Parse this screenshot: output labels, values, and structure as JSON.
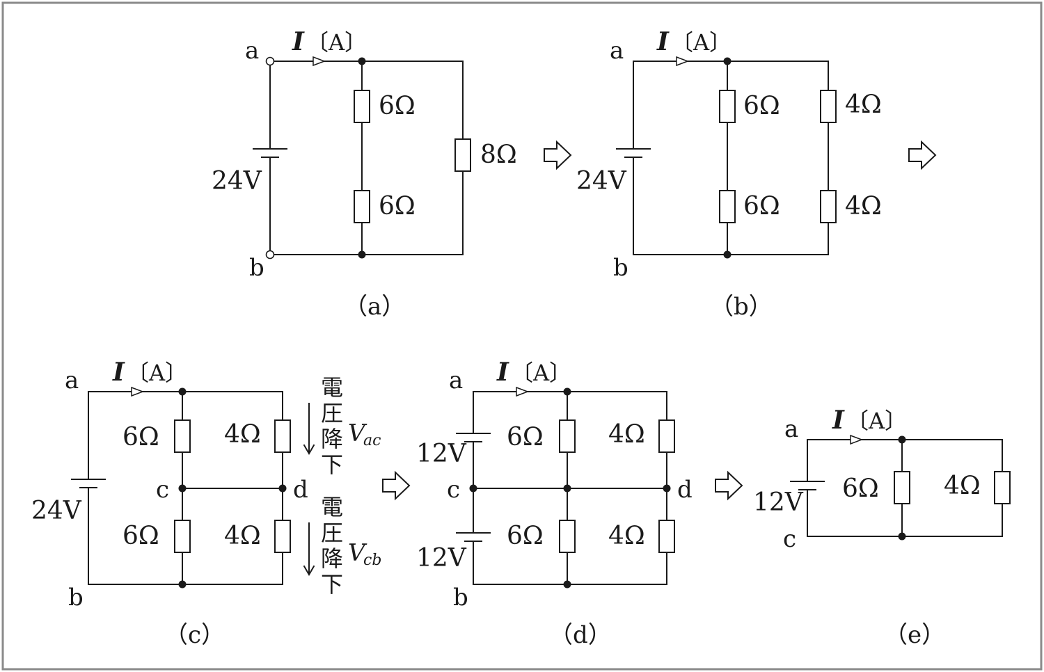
{
  "current_label": "I",
  "current_unit": "〔A〕",
  "panels": {
    "a": {
      "caption": "（a）",
      "node_top": "a",
      "node_bottom": "b",
      "source": "24V",
      "r_upper": "6Ω",
      "r_lower": "6Ω",
      "r_right": "8Ω"
    },
    "b": {
      "caption": "（b）",
      "node_top": "a",
      "node_bottom": "b",
      "source": "24V",
      "r_mid_upper": "6Ω",
      "r_mid_lower": "6Ω",
      "r_right_upper": "4Ω",
      "r_right_lower": "4Ω"
    },
    "c": {
      "caption": "（c）",
      "node_top": "a",
      "node_bottom": "b",
      "node_mid_left": "c",
      "node_mid_right": "d",
      "source": "24V",
      "r_mid_upper": "6Ω",
      "r_mid_lower": "6Ω",
      "r_right_upper": "4Ω",
      "r_right_lower": "4Ω",
      "drop_text": "電圧降下",
      "vac_main": "V",
      "vac_sub": "ac",
      "vcb_main": "V",
      "vcb_sub": "cb"
    },
    "d": {
      "caption": "（d）",
      "node_top": "a",
      "node_bottom": "b",
      "node_mid_left": "c",
      "node_mid_right": "d",
      "source_upper": "12V",
      "source_lower": "12V",
      "r_mid_upper": "6Ω",
      "r_mid_lower": "6Ω",
      "r_right_upper": "4Ω",
      "r_right_lower": "4Ω"
    },
    "e": {
      "caption": "（e）",
      "node_top": "a",
      "node_bottom": "c",
      "source": "12V",
      "r_mid": "6Ω",
      "r_right": "4Ω"
    }
  }
}
